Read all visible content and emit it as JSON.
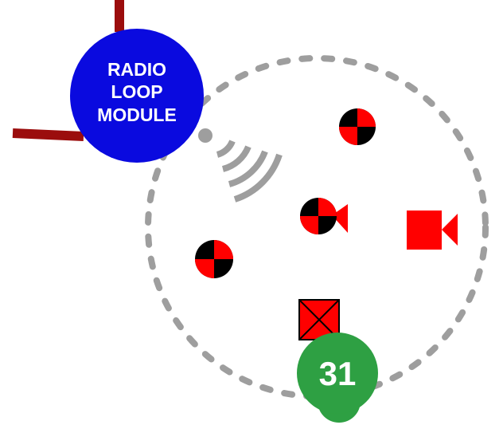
{
  "module": {
    "label_line1": "RADIO",
    "label_line2": "LOOP",
    "label_line3": "MODULE",
    "color": "#0a0adf"
  },
  "zone": {
    "badge_number": "31",
    "badge_color": "#2ea043",
    "boundary_style": "dashed",
    "boundary_color": "#9e9e9e"
  },
  "wiring": {
    "color": "#9b0d0d"
  },
  "devices": [
    {
      "type": "smoke-detector-icon"
    },
    {
      "type": "smoke-detector-camera-icon"
    },
    {
      "type": "smoke-detector-icon"
    },
    {
      "type": "camera-icon"
    },
    {
      "type": "junction-box-icon"
    }
  ],
  "colors": {
    "device_red": "#ff0000",
    "device_black": "#000000",
    "signal_gray": "#9e9e9e"
  }
}
